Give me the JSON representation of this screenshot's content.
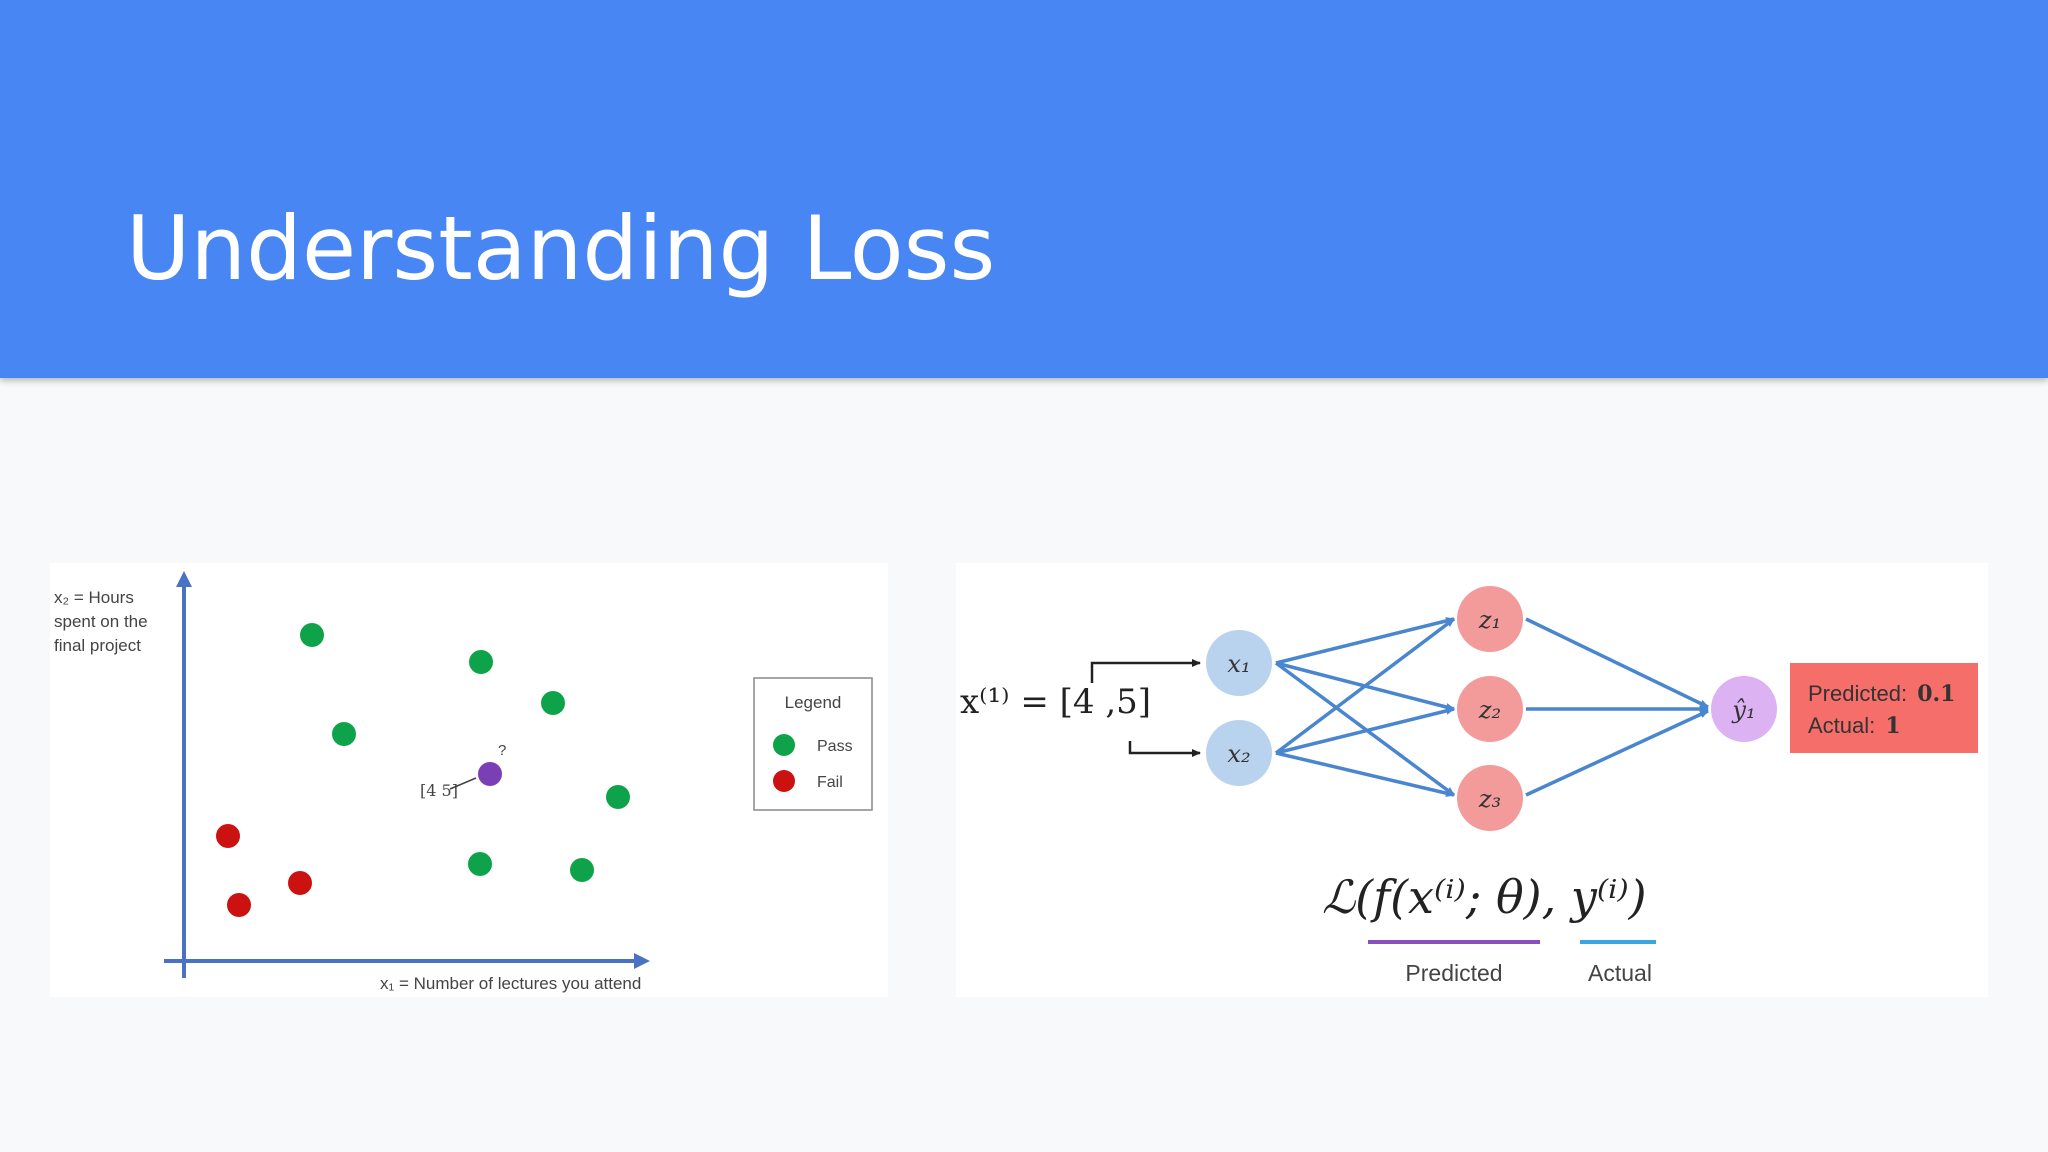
{
  "slide": {
    "title": "Understanding Loss"
  },
  "scatter": {
    "y_axis_label_lines": [
      "x₂ = Hours",
      "spent on the",
      "final project"
    ],
    "x_axis_label": "x₁ = Number of lectures you attend",
    "query_point_label": "[4 5]",
    "query_mark": "?",
    "legend": {
      "title": "Legend",
      "items": [
        {
          "label": "Pass",
          "color": "#0ea34a"
        },
        {
          "label": "Fail",
          "color": "#cc1111"
        }
      ]
    },
    "colors": {
      "axis": "#4a72c4",
      "pass": "#0ea34a",
      "fail": "#cc1111",
      "query": "#7b3fb5"
    }
  },
  "network": {
    "input_label": "x⁽¹⁾ = [4 ,5]",
    "inputs": [
      "x₁",
      "x₂"
    ],
    "hidden": [
      "z₁",
      "z₂",
      "z₃"
    ],
    "output": "ŷ₁",
    "result_box": {
      "predicted_label": "Predicted:",
      "predicted_value": "0.1",
      "actual_label": "Actual:",
      "actual_value": "1"
    },
    "formula": "ℒ(f(x⁽ⁱ⁾; θ), y⁽ⁱ⁾)",
    "predicted_caption": "Predicted",
    "actual_caption": "Actual",
    "colors": {
      "input_node": "#b9d3ef",
      "hidden_node": "#f39b9b",
      "output_node": "#dcb2f3",
      "edge": "#4a86d0",
      "result_box": "#f56e6a",
      "predicted_underline": "#8a4fbf",
      "actual_underline": "#3aa6e0"
    }
  }
}
